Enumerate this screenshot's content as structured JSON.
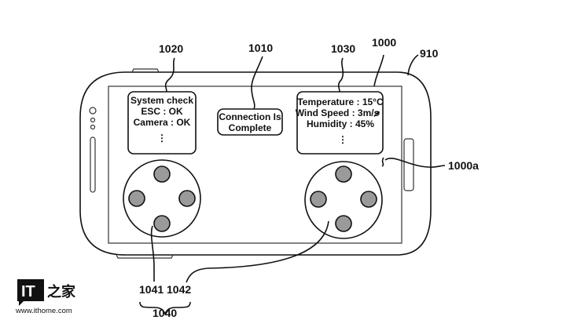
{
  "figure": {
    "labels": {
      "system_panel": "1020",
      "connection_panel": "1010",
      "weather_panel": "1030",
      "screen": "1000",
      "device": "910",
      "screen_area": "1000a",
      "left_pad": "1041",
      "right_pad": "1042",
      "pad_group": "1040"
    },
    "system_panel": {
      "lines": [
        "System check",
        "ESC : OK",
        "Camera : OK"
      ],
      "more": "⋮"
    },
    "connection_panel": {
      "lines": [
        "Connection Is",
        "Complete"
      ]
    },
    "weather_panel": {
      "lines": [
        "Temperature : 15°C",
        "Wind Speed : 3m/s",
        "Humidity : 45%"
      ],
      "wind_arrow": "↗",
      "more": "⋮"
    },
    "colors": {
      "line": "#111111",
      "button_fill": "#9a9a9a",
      "background": "#ffffff"
    }
  },
  "watermark": {
    "logo_text": "IT",
    "logo_cn": "之家",
    "url": "www.ithome.com"
  }
}
